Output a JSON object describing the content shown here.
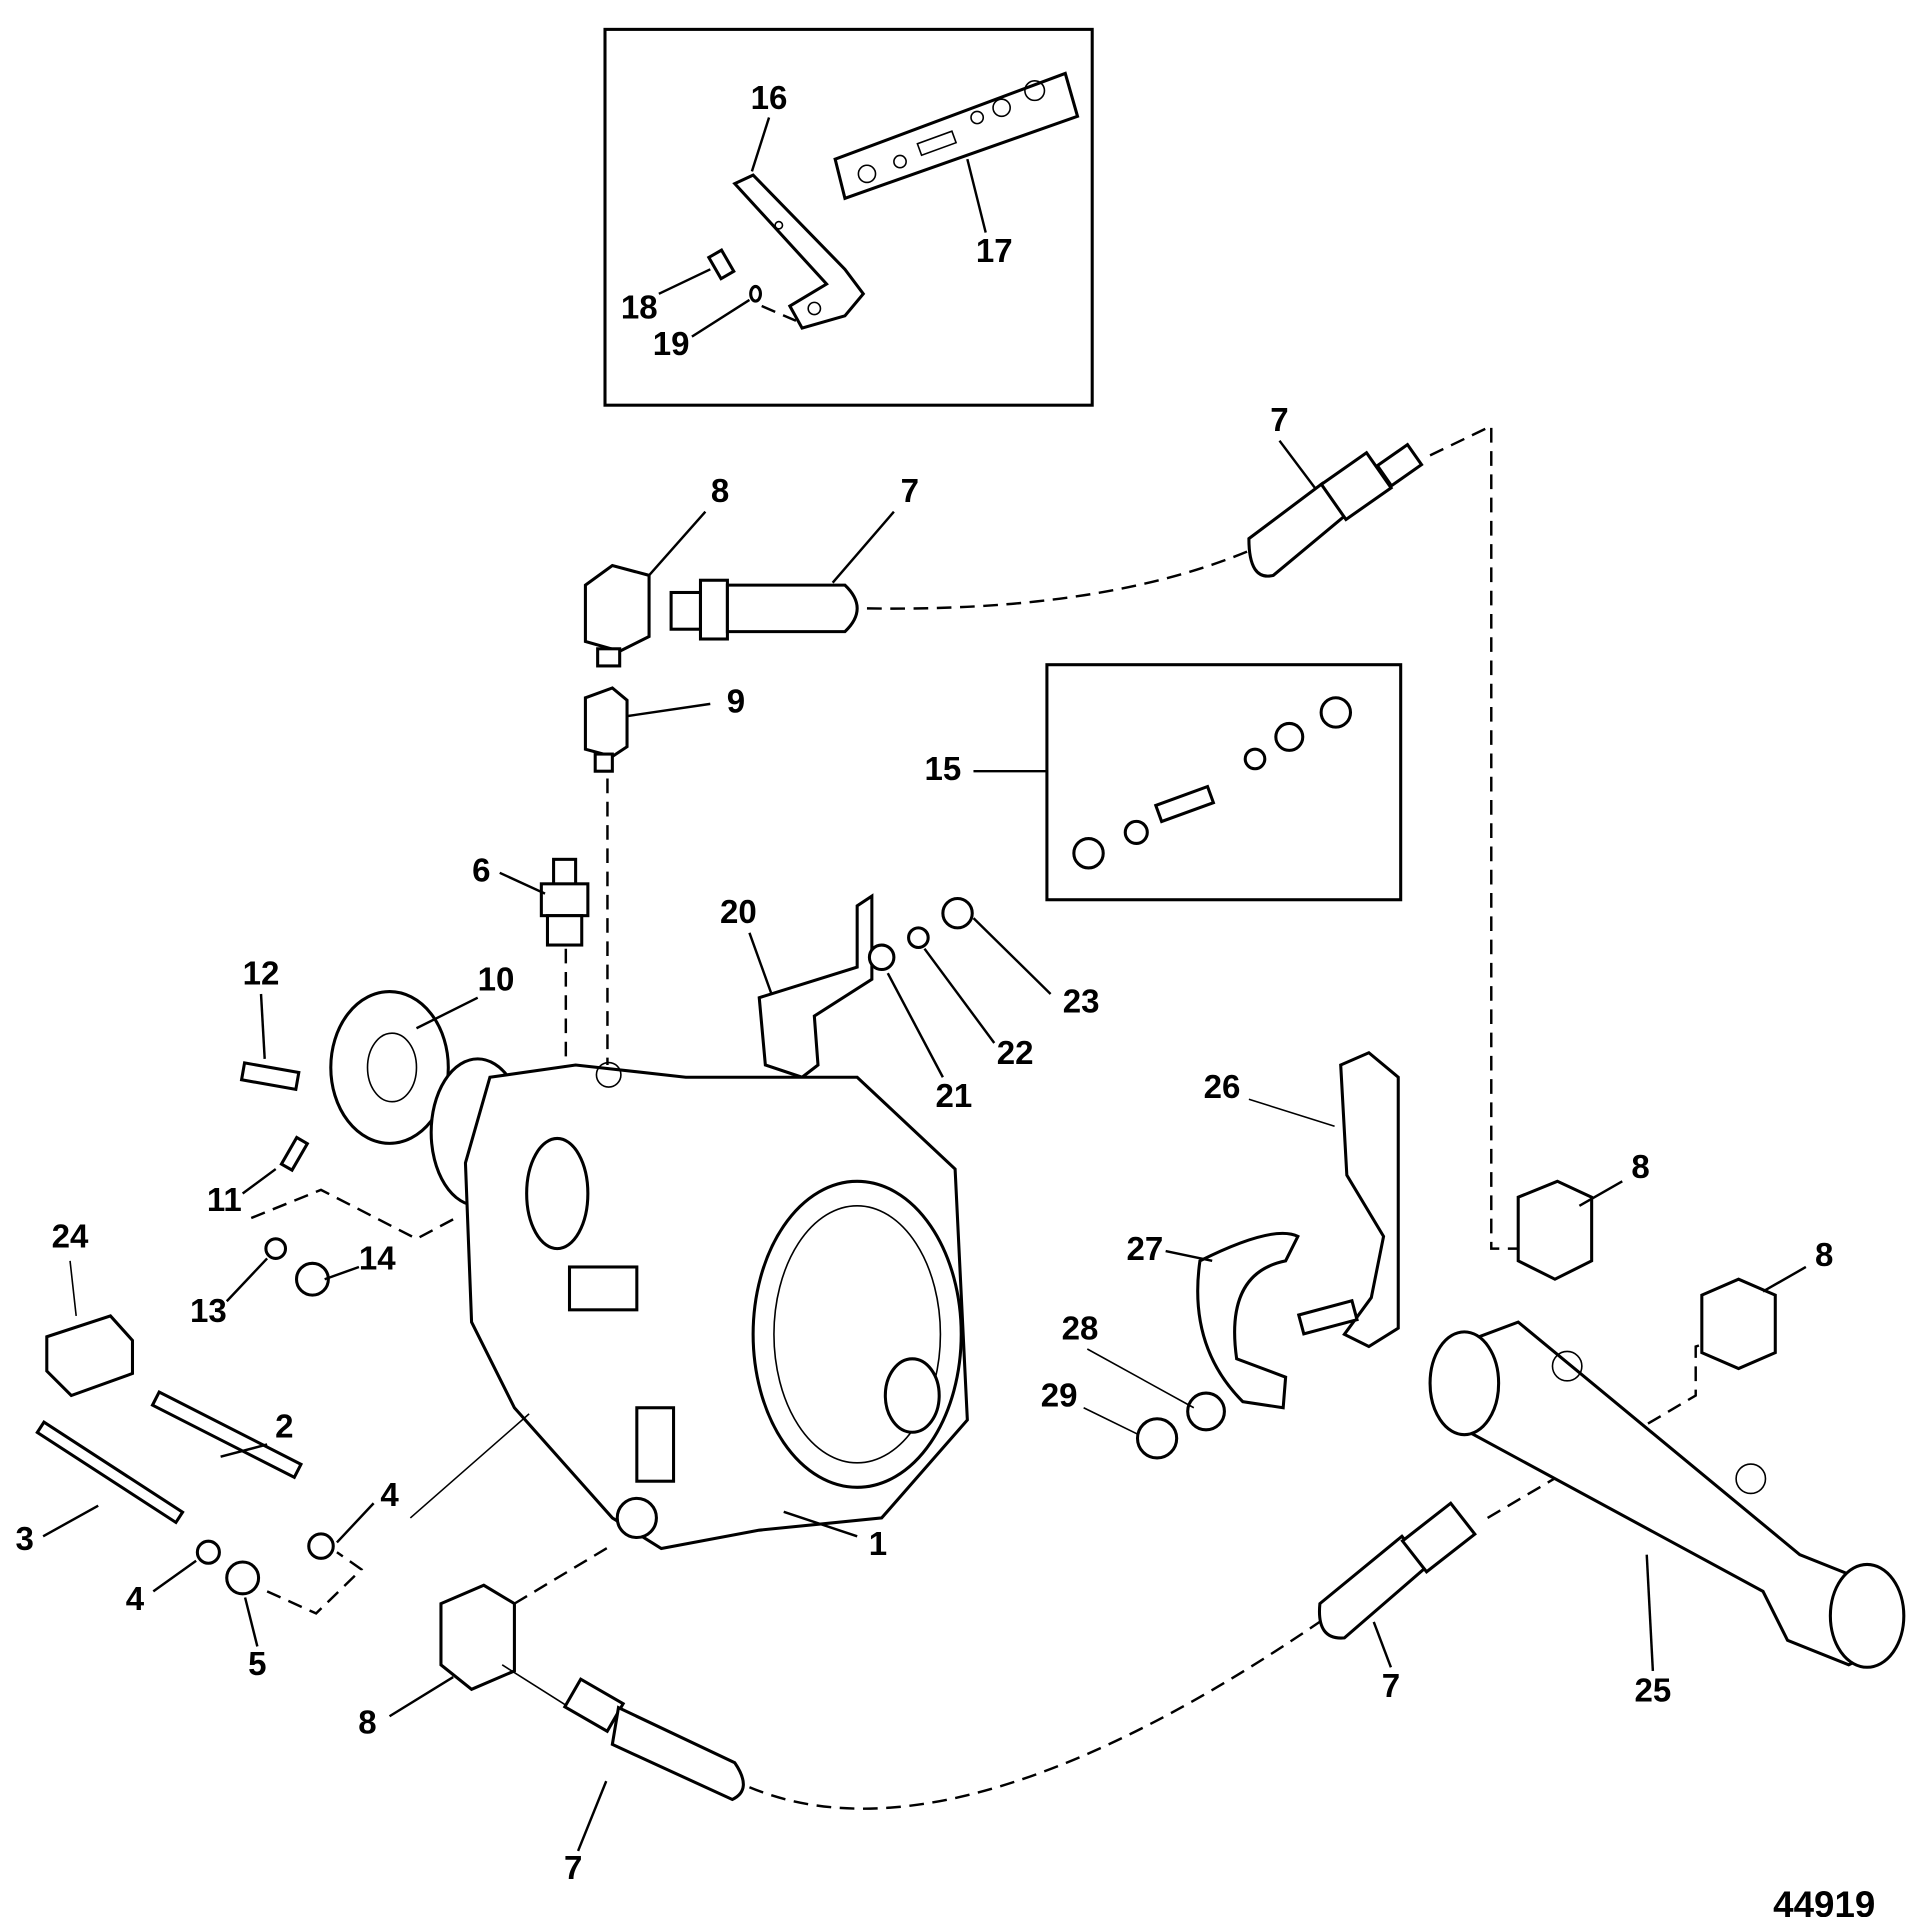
{
  "diagram": {
    "figure_number": "44919",
    "callouts": [
      "16",
      "17",
      "18",
      "19",
      "7",
      "8",
      "7",
      "9",
      "15",
      "6",
      "20",
      "23",
      "22",
      "21",
      "12",
      "10",
      "26",
      "8",
      "11",
      "24",
      "27",
      "8",
      "14",
      "13",
      "28",
      "29",
      "2",
      "4",
      "3",
      "1",
      "4",
      "5",
      "7",
      "25",
      "8",
      "7"
    ]
  }
}
